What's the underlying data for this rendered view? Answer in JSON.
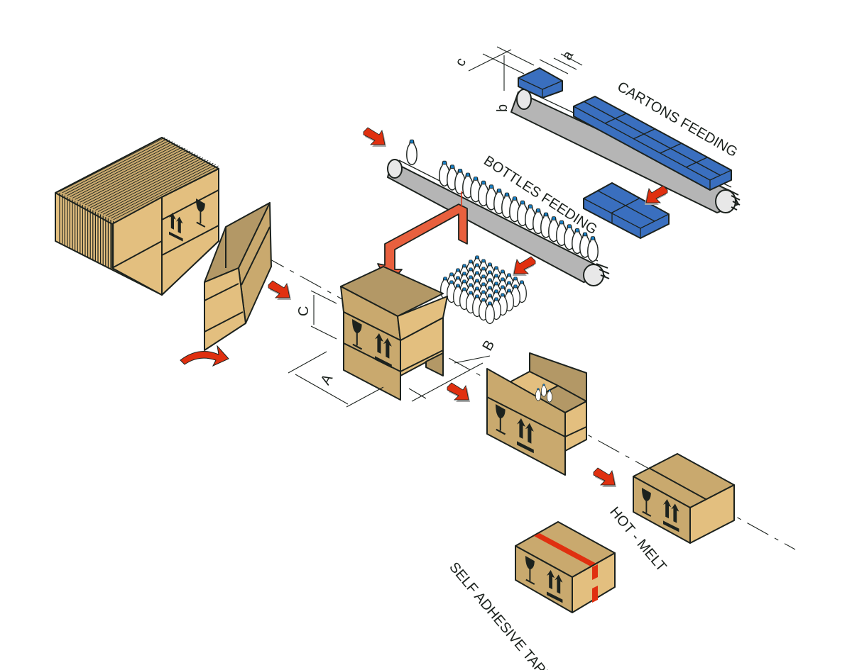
{
  "diagram": {
    "title": "Case packing process (wrap-around carton erecting, filling and sealing)",
    "colors": {
      "cardboard_front": "#c9a96e",
      "cardboard_side": "#e3bf7f",
      "cardboard_dark": "#b39866",
      "carton_blue": "#3a6fbf",
      "carton_blue_dark": "#1f4f96",
      "arrow_red": "#e03010",
      "transfer_arrow": "#e8603e",
      "belt_grey": "#b5b5b5",
      "bottle_cap": "#1a7fc4",
      "outline": "#1c221e",
      "background": "#ffffff"
    },
    "labels": {
      "cartons_feeding": "CARTONS FEEDING",
      "bottles_feeding": "BOTTLES FEEDING",
      "hot_melt": "HOT - MELT",
      "self_adhesive_tape": "SELF ADHESIVE TAPE"
    },
    "dimensions": {
      "product_a": "a",
      "product_b": "b",
      "product_c": "c",
      "case_A": "A",
      "case_B": "B",
      "case_C": "C"
    },
    "stages": [
      {
        "id": "blank-stack",
        "name": "Flat carton blanks magazine"
      },
      {
        "id": "erecting",
        "name": "Blank being erected"
      },
      {
        "id": "filling",
        "name": "Open case being filled"
      },
      {
        "id": "closing",
        "name": "Filled case closing"
      },
      {
        "id": "sealed-hot-melt",
        "name": "Case sealed with hot-melt"
      },
      {
        "id": "sealed-tape",
        "name": "Case sealed with self adhesive tape"
      }
    ],
    "symbols": [
      "fragile-glass-icon",
      "this-way-up-icon"
    ]
  }
}
